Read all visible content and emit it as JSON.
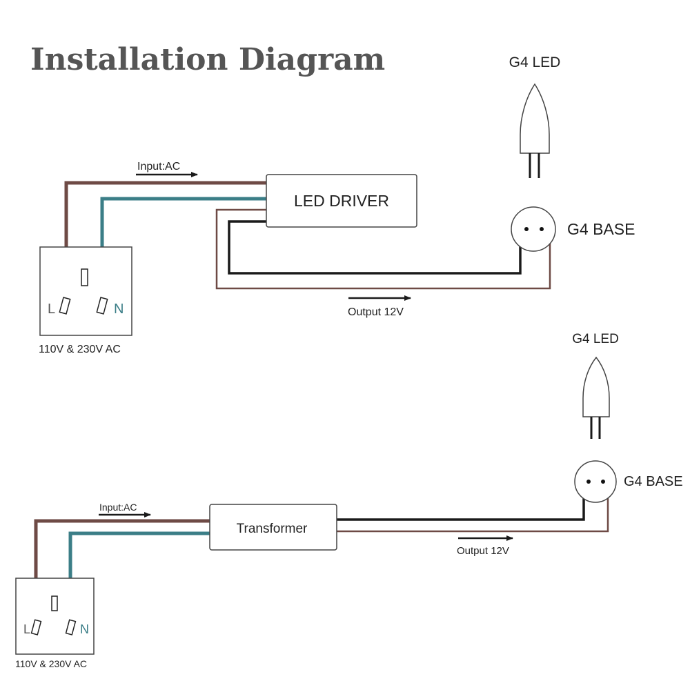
{
  "title": "Installation Diagram",
  "colors": {
    "live_wire": "#6e4a45",
    "neutral_wire": "#3b7e87",
    "output_wire": "#1a1a1a",
    "outline": "#444444"
  },
  "top": {
    "lamp_label": "G4 LED",
    "base_label": "G4 BASE",
    "device_label": "LED DRIVER",
    "input_label": "Input:AC",
    "output_label": "Output 12V",
    "socket": {
      "live": "L",
      "neutral": "N",
      "voltage": "110V & 230V AC"
    }
  },
  "bottom": {
    "lamp_label": "G4 LED",
    "base_label": "G4 BASE",
    "device_label": "Transformer",
    "input_label": "Input:AC",
    "output_label": "Output 12V",
    "socket": {
      "live": "L",
      "neutral": "N",
      "voltage": "110V & 230V AC"
    }
  }
}
